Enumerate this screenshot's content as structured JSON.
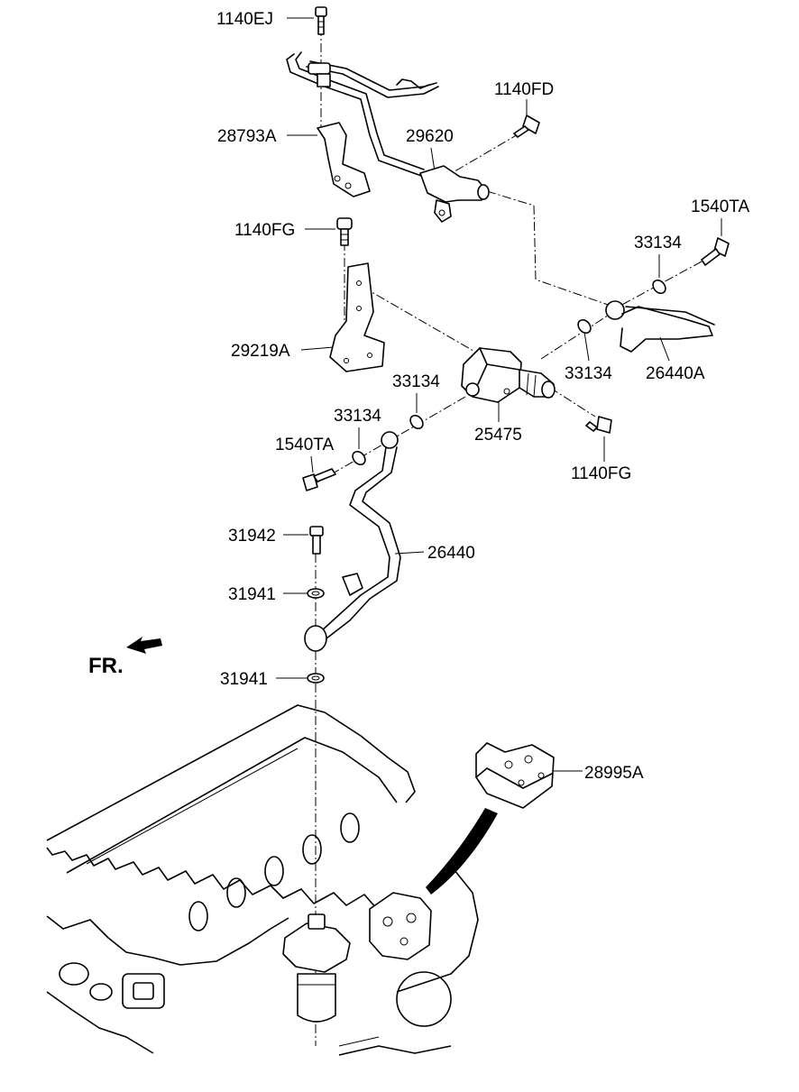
{
  "labels": {
    "l_1140EJ": "1140EJ",
    "l_28793A": "28793A",
    "l_1140FD": "1140FD",
    "l_29620": "29620",
    "l_1540TA_top": "1540TA",
    "l_33134_top": "33134",
    "l_1140FG_top": "1140FG",
    "l_29219A": "29219A",
    "l_33134_mid": "33134",
    "l_26440A": "26440A",
    "l_33134_left": "33134",
    "l_33134_low": "33134",
    "l_25475": "25475",
    "l_1540TA_left": "1540TA",
    "l_1140FG_right": "1140FG",
    "l_31942": "31942",
    "l_26440": "26440",
    "l_31941_top": "31941",
    "l_31941_bottom": "31941",
    "l_28995A": "28995A",
    "fr": "FR."
  }
}
